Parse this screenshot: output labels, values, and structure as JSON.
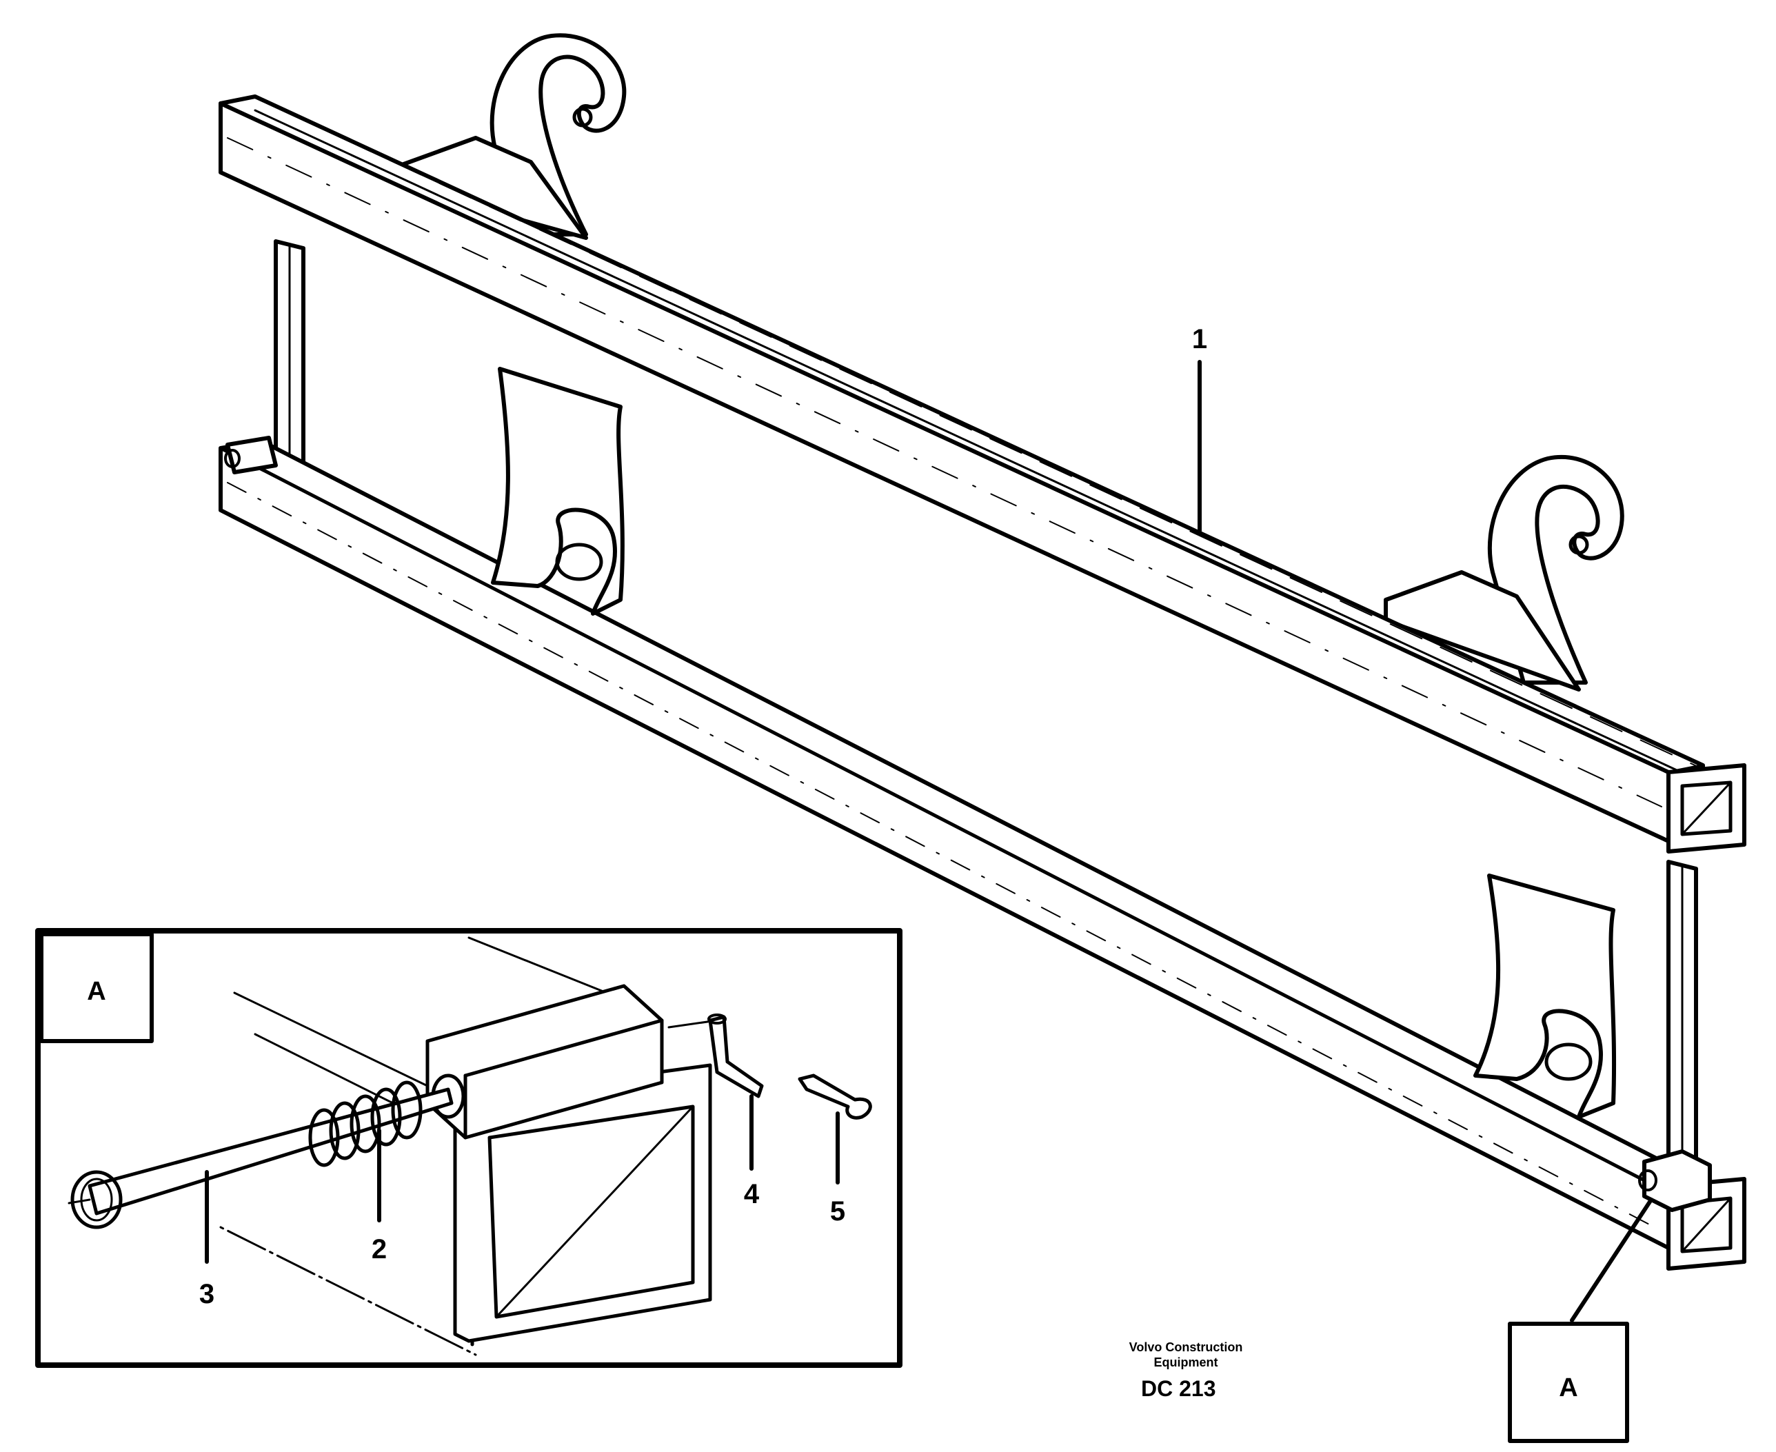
{
  "diagram": {
    "part_labels": [
      "1",
      "2",
      "3",
      "4",
      "5"
    ],
    "detail_label": "A",
    "detail_reference_label": "A",
    "credit_line1": "Volvo Construction",
    "credit_line2": "Equipment",
    "drawing_code": "DC 213",
    "colors": {
      "ink": "#000000",
      "background": "#ffffff"
    }
  }
}
